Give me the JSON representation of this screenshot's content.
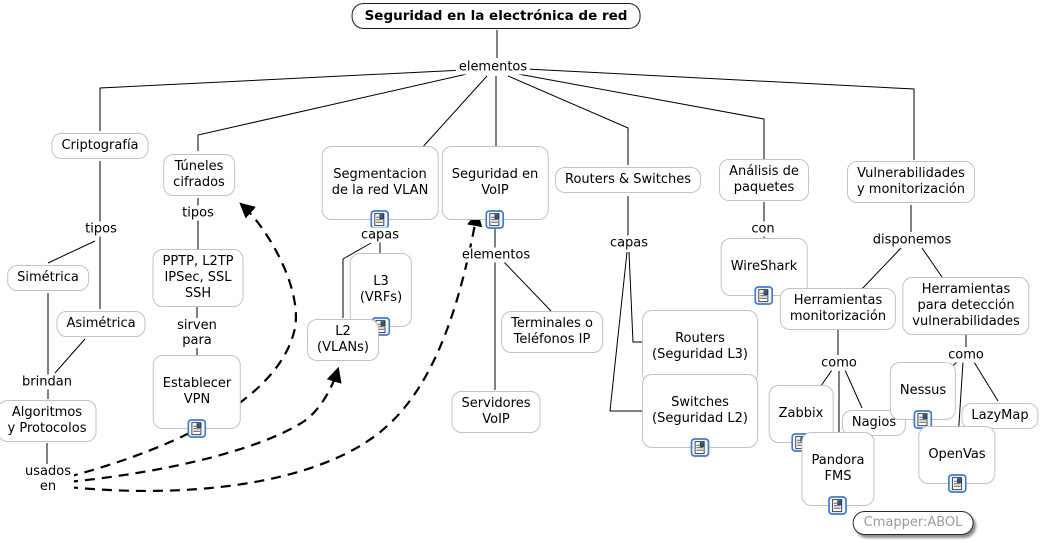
{
  "app": {
    "kind": "concept-map",
    "background": "#ffffff"
  },
  "colors": {
    "node_border": "#c2c2c2",
    "title_border": "#1c1c1c",
    "connector": "#000000",
    "dashed_arrow": "#000000",
    "resource_icon_border": "#3f7ad6",
    "signature_text": "#9b9b9b"
  },
  "icons": {
    "resource": "document-with-lines-icon"
  },
  "title": {
    "label": "Seguridad en la electrónica de red"
  },
  "signature": {
    "label": "Cmapper:ABOL"
  },
  "nodes": {
    "criptografia": {
      "label": "Criptografía"
    },
    "tuneles": {
      "label": "Túneles\ncifrados"
    },
    "pptp": {
      "label": "PPTP, L2TP\nIPSec, SSL\nSSH"
    },
    "vpn": {
      "label": "Establecer\nVPN",
      "has_resource": true
    },
    "simetrica": {
      "label": "Simétrica"
    },
    "asimetrica": {
      "label": "Asimétrica"
    },
    "algoritmos": {
      "label": "Algoritmos\ny Protocolos"
    },
    "segmentacion": {
      "label": "Segmentacion\nde la red VLAN",
      "has_resource": true
    },
    "l3": {
      "label": "L3\n(VRFs)",
      "has_resource": true
    },
    "l2": {
      "label": "L2\n(VLANs)"
    },
    "voip": {
      "label": "Seguridad en\nVoIP",
      "has_resource": true
    },
    "terminales": {
      "label": "Terminales o\nTeléfonos IP"
    },
    "servidores": {
      "label": "Servidores\nVoIP"
    },
    "routers_switches": {
      "label": "Routers & Switches"
    },
    "routers_l3": {
      "label": "Routers\n(Seguridad L3)",
      "has_resource": true
    },
    "switches_l2": {
      "label": "Switches\n(Seguridad L2)",
      "has_resource": true
    },
    "analisis": {
      "label": "Análisis de\npaquetes"
    },
    "wireshark": {
      "label": "WireShark",
      "has_resource": true
    },
    "vulnerabilidades": {
      "label": "Vulnerabilidades\ny monitorización"
    },
    "herr_mon": {
      "label": "Herramientas\nmonitorización"
    },
    "herr_det": {
      "label": "Herramientas\npara detección\nvulnerabilidades"
    },
    "zabbix": {
      "label": "Zabbix",
      "has_resource": true
    },
    "nagios": {
      "label": "Nagios"
    },
    "pandora": {
      "label": "Pandora\nFMS",
      "has_resource": true
    },
    "nessus": {
      "label": "Nessus",
      "has_resource": true
    },
    "lazymap": {
      "label": "LazyMap"
    },
    "openvas": {
      "label": "OpenVas",
      "has_resource": true
    }
  },
  "links": {
    "elementos_root": {
      "label": "elementos"
    },
    "tipos_cripto": {
      "label": "tipos"
    },
    "tipos_tuneles": {
      "label": "tipos"
    },
    "sirven_para": {
      "label": "sirven\npara"
    },
    "brindan": {
      "label": "brindan"
    },
    "usados_en": {
      "label": "usados\nen"
    },
    "capas_vlan": {
      "label": "capas"
    },
    "elementos_voip": {
      "label": "elementos"
    },
    "capas_rs": {
      "label": "capas"
    },
    "con": {
      "label": "con"
    },
    "disponemos": {
      "label": "disponemos"
    },
    "como_mon": {
      "label": "como"
    },
    "como_det": {
      "label": "como"
    }
  },
  "relations": [
    {
      "from": "Seguridad en la electrónica de red",
      "label": "elementos",
      "to": [
        "Criptografía",
        "Túneles cifrados",
        "Segmentacion de la red VLAN",
        "Seguridad en VoIP",
        "Routers & Switches",
        "Análisis de paquetes",
        "Vulnerabilidades y monitorización"
      ]
    },
    {
      "from": "Criptografía",
      "label": "tipos",
      "to": [
        "Simétrica",
        "Asimétrica"
      ]
    },
    {
      "from": "Simétrica",
      "label": "brindan",
      "to": [
        "Algoritmos y Protocolos"
      ]
    },
    {
      "from": "Asimétrica",
      "label": "brindan",
      "to": [
        "Algoritmos y Protocolos"
      ]
    },
    {
      "from": "Algoritmos y Protocolos",
      "label": "usados en",
      "to": [
        "Túneles cifrados",
        "L2 (VLANs)",
        "Seguridad en VoIP"
      ],
      "style": "dashed-arrow"
    },
    {
      "from": "Túneles cifrados",
      "label": "tipos",
      "to": [
        "PPTP, L2TP IPSec, SSL SSH"
      ]
    },
    {
      "from": "PPTP, L2TP IPSec, SSL SSH",
      "label": "sirven para",
      "to": [
        "Establecer VPN"
      ]
    },
    {
      "from": "Segmentacion de la red VLAN",
      "label": "capas",
      "to": [
        "L3 (VRFs)",
        "L2 (VLANs)"
      ]
    },
    {
      "from": "Seguridad en VoIP",
      "label": "elementos",
      "to": [
        "Terminales o Teléfonos IP",
        "Servidores VoIP"
      ]
    },
    {
      "from": "Routers & Switches",
      "label": "capas",
      "to": [
        "Routers (Seguridad L3)",
        "Switches (Seguridad L2)"
      ]
    },
    {
      "from": "Análisis de paquetes",
      "label": "con",
      "to": [
        "WireShark"
      ]
    },
    {
      "from": "Vulnerabilidades y monitorización",
      "label": "disponemos",
      "to": [
        "Herramientas monitorización",
        "Herramientas para detección vulnerabilidades"
      ]
    },
    {
      "from": "Herramientas monitorización",
      "label": "como",
      "to": [
        "Zabbix",
        "Nagios",
        "Pandora FMS"
      ]
    },
    {
      "from": "Herramientas para detección vulnerabilidades",
      "label": "como",
      "to": [
        "Nessus",
        "LazyMap",
        "OpenVas"
      ]
    }
  ]
}
